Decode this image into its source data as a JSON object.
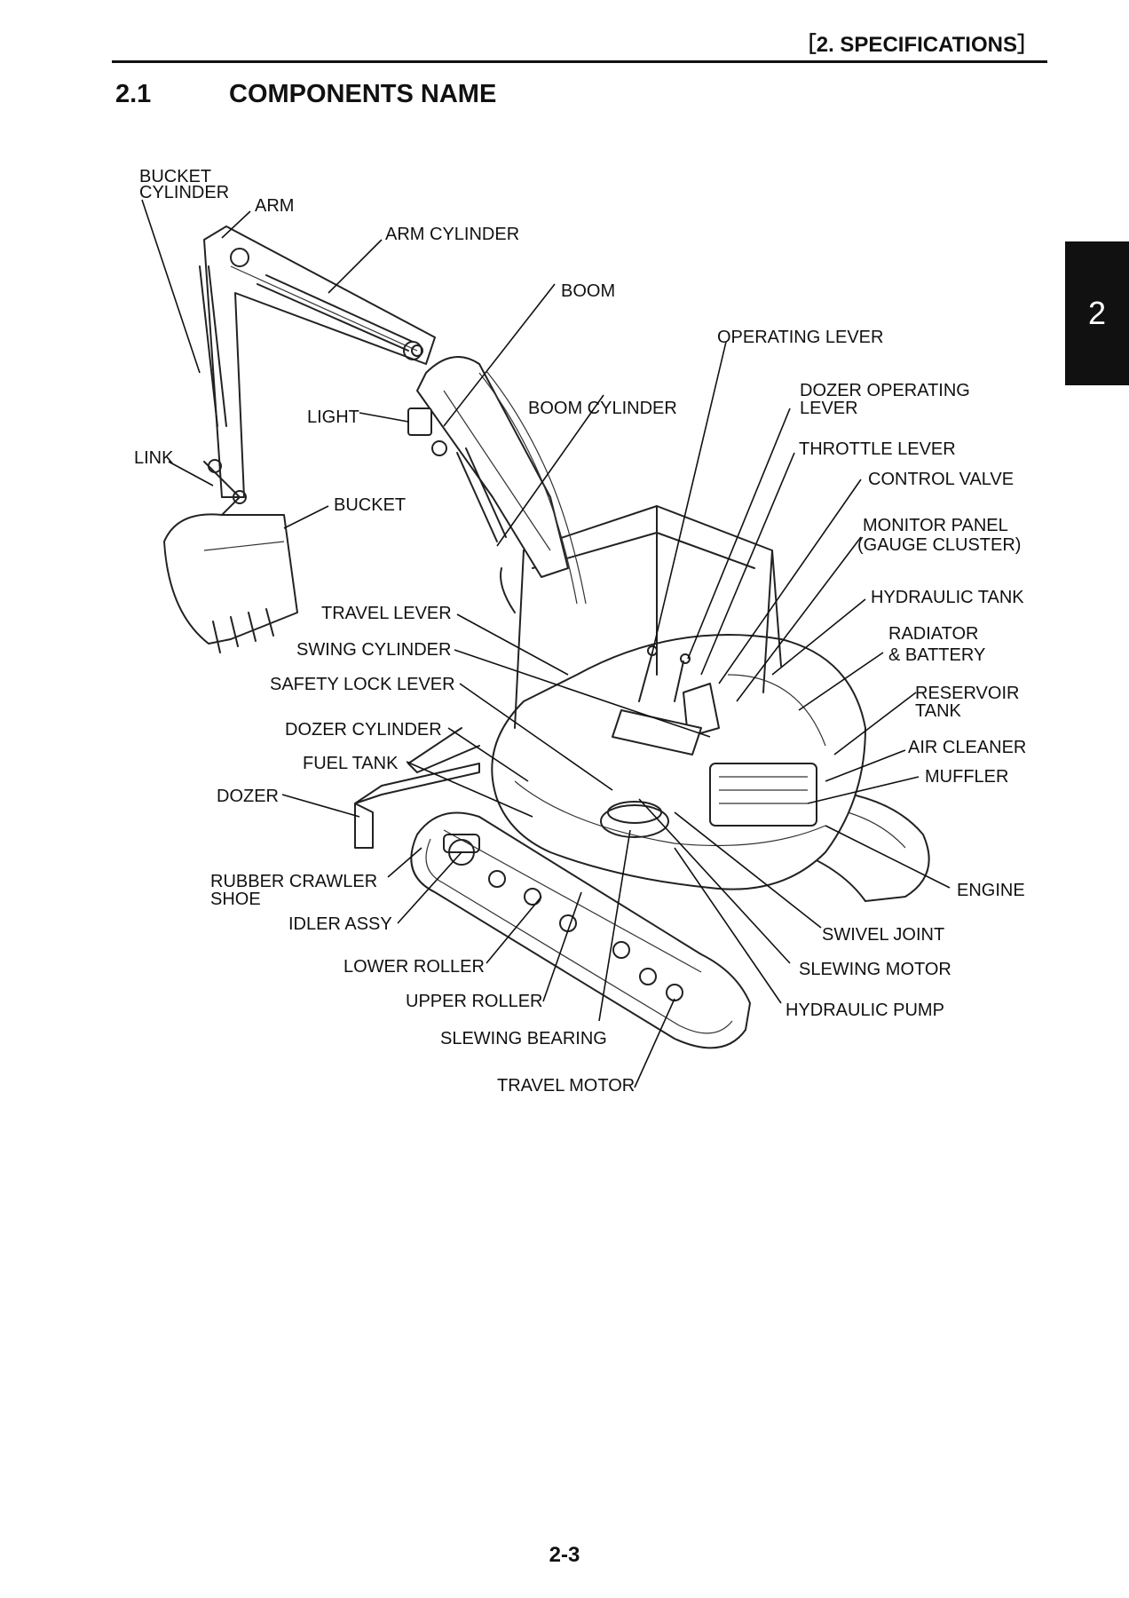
{
  "header": {
    "text": "［2.  SPECIFICATIONS］"
  },
  "section": {
    "number": "2.1",
    "title": "COMPONENTS  NAME"
  },
  "chapter_tab": "2",
  "labels": {
    "bucket_cylinder_1": "BUCKET",
    "bucket_cylinder_2": "CYLINDER",
    "arm": "ARM",
    "arm_cylinder": "ARM CYLINDER",
    "boom": "BOOM",
    "operating_lever": "OPERATING LEVER",
    "dozer_operating_lever_1": "DOZER OPERATING",
    "dozer_operating_lever_2": "LEVER",
    "light": "LIGHT",
    "boom_cylinder": "BOOM CYLINDER",
    "throttle_lever": "THROTTLE LEVER",
    "link": "LINK",
    "control_valve": "CONTROL VALVE",
    "bucket": "BUCKET",
    "monitor_panel_1": "MONITOR PANEL",
    "monitor_panel_2": "(GAUGE CLUSTER)",
    "hydraulic_tank": "HYDRAULIC TANK",
    "travel_lever": "TRAVEL LEVER",
    "radiator_battery_1": "RADIATOR",
    "radiator_battery_2": "& BATTERY",
    "swing_cylinder": "SWING CYLINDER",
    "safety_lock_lever": "SAFETY LOCK LEVER",
    "reservoir_tank_1": "RESERVOIR",
    "reservoir_tank_2": "TANK",
    "dozer_cylinder": "DOZER CYLINDER",
    "air_cleaner": "AIR CLEANER",
    "fuel_tank": "FUEL TANK",
    "muffler": "MUFFLER",
    "dozer": "DOZER",
    "rubber_crawler_shoe_1": "RUBBER CRAWLER",
    "rubber_crawler_shoe_2": "SHOE",
    "engine": "ENGINE",
    "idler_assy": "IDLER ASSY",
    "swivel_joint": "SWIVEL JOINT",
    "lower_roller": "LOWER ROLLER",
    "slewing_motor": "SLEWING MOTOR",
    "upper_roller": "UPPER ROLLER",
    "hydraulic_pump": "HYDRAULIC PUMP",
    "slewing_bearing": "SLEWING BEARING",
    "travel_motor": "TRAVEL MOTOR"
  },
  "page_number": "2-3"
}
